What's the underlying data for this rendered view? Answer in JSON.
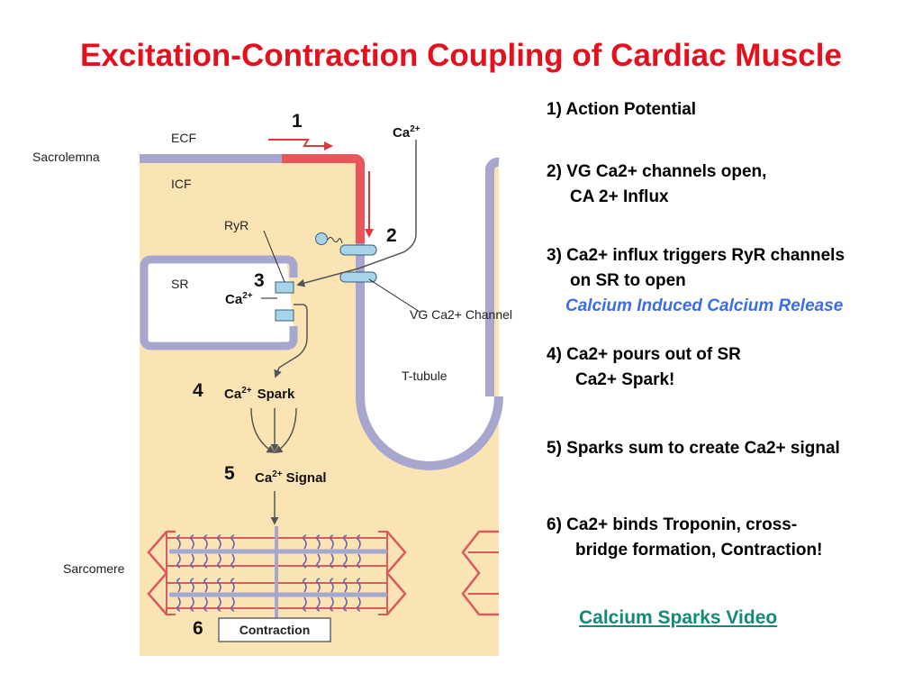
{
  "title": "Excitation-Contraction Coupling of Cardiac Muscle",
  "diagram": {
    "labels": {
      "ecf": "ECF",
      "icf": "ICF",
      "sacrolemna": "Sacrolemna",
      "ryr": "RyR",
      "sr": "SR",
      "vg_channel": "VG Ca2+ Channel",
      "t_tubule": "T-tubule",
      "sarcomere": "Sarcomere",
      "contraction": "Contraction",
      "ca_base": "Ca",
      "ca_sup": "2+",
      "spark": "Spark",
      "signal": "Signal"
    },
    "numbers": [
      "1",
      "2",
      "3",
      "4",
      "5",
      "6"
    ],
    "colors": {
      "cell": "#fbe4b4",
      "membrane": "#a7a6ce",
      "membrane_active": "#e8555b",
      "channel": "#a8d4ea",
      "sarcomere_red": "#d95a5f",
      "arrow_red": "#e0383d"
    }
  },
  "steps": [
    {
      "lines": [
        "1)   Action Potential"
      ]
    },
    {
      "lines": [
        "2) VG Ca2+ channels open,",
        "CA 2+ Influx"
      ]
    },
    {
      "lines": [
        "3) Ca2+ influx triggers RyR channels",
        "on SR to open"
      ],
      "highlight": "Calcium Induced Calcium Release"
    },
    {
      "lines": [
        "4) Ca2+ pours out of SR",
        "Ca2+ Spark!"
      ]
    },
    {
      "lines": [
        "5)  Sparks sum to create Ca2+ signal"
      ]
    },
    {
      "lines": [
        "6) Ca2+ binds Troponin, cross-",
        "bridge formation, Contraction!"
      ]
    }
  ],
  "link": "Calcium Sparks Video"
}
